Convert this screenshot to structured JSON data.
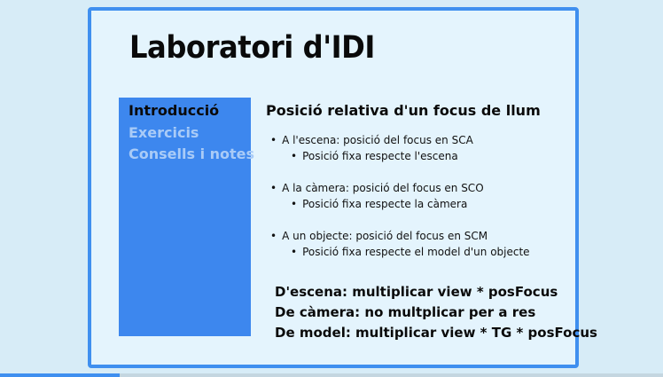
{
  "slide": {
    "title": "Laboratori d'IDI",
    "nav": [
      {
        "label": "Introducció",
        "active": true
      },
      {
        "label": "Exercicis",
        "active": false
      },
      {
        "label": "Consells i notes",
        "active": false
      }
    ],
    "section_title": "Posició relativa d'un focus de llum",
    "bullets": [
      {
        "text": "A l'escena: posició del focus en SCA",
        "sub": "Posició fixa respecte l'escena"
      },
      {
        "text": "A la càmera: posició del focus en SCO",
        "sub": "Posició fixa respecte la càmera"
      },
      {
        "text": "A un objecte: posició del focus en SCM",
        "sub": "Posició fixa respecte el model d'un objecte"
      }
    ],
    "notes": [
      "D'escena: multiplicar view * posFocus",
      "De càmera: no multplicar per a res",
      "De model: multiplicar view * TG * posFocus"
    ]
  },
  "presentation": {
    "progress": 0.18,
    "colors": {
      "accent": "#3f8fef",
      "sidebar": "#3d87ee",
      "slide_bg": "#e4f4fd",
      "page_bg": "#d7ecf7"
    }
  }
}
